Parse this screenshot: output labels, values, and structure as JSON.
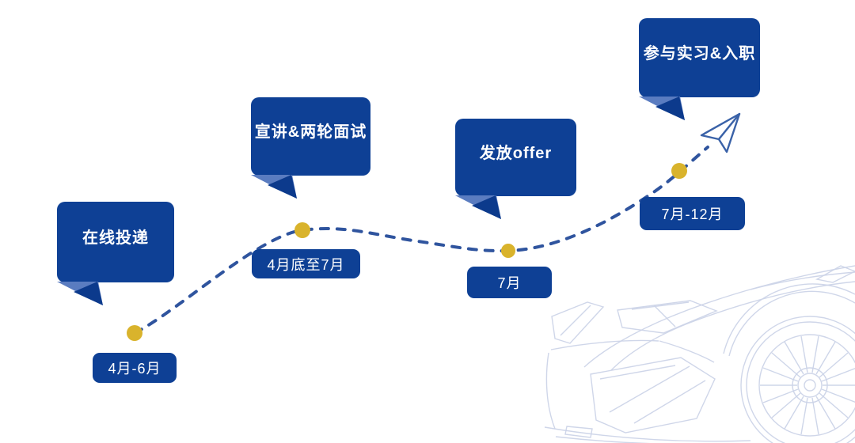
{
  "colors": {
    "bubble_blue": "#0e4095",
    "tail_light_blue": "#5a7cc0",
    "tail_dark_blue": "#0c3a8c",
    "dashed_line_blue": "#2f549e",
    "dot_yellow": "#d9b32c",
    "plane_blue": "#3a62a8",
    "car_wireframe_line": "#ccd4e8",
    "text_white": "#ffffff"
  },
  "timeline": {
    "steps": [
      {
        "title": "在线投递",
        "period": "4月-6月"
      },
      {
        "title": "宣讲&两轮面试",
        "period": "4月底至7月"
      },
      {
        "title": "发放offer",
        "period": "7月"
      },
      {
        "title": "参与实习&入职",
        "period": "7月-12月"
      }
    ]
  },
  "icons": {
    "paper_plane": "paper-plane-icon",
    "car_wireframe": "car-wireframe-graphic",
    "milestone_dot": "timeline-node-dot"
  }
}
